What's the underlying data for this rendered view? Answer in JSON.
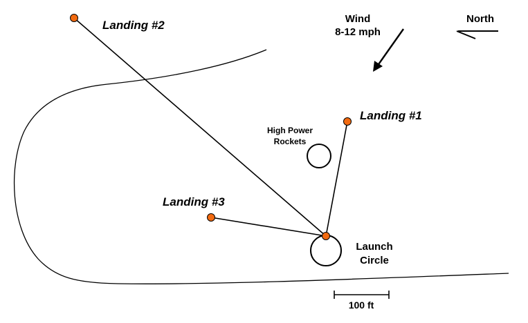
{
  "landings": [
    {
      "label": "Landing #1"
    },
    {
      "label": "Landing #2"
    },
    {
      "label": "Landing #3"
    }
  ],
  "launch": {
    "line1": "Launch",
    "line2": "Circle"
  },
  "high_power": {
    "line1": "High Power",
    "line2": "Rockets"
  },
  "wind": {
    "line1": "Wind",
    "line2": "8-12 mph"
  },
  "north": {
    "label": "North"
  },
  "scale_bar": {
    "label": "100 ft"
  },
  "colors": {
    "marker": "#f26a10",
    "line": "#000000",
    "background": "#ffffff"
  },
  "icons": [
    "wind-direction-arrow-icon",
    "north-arrow-icon"
  ]
}
